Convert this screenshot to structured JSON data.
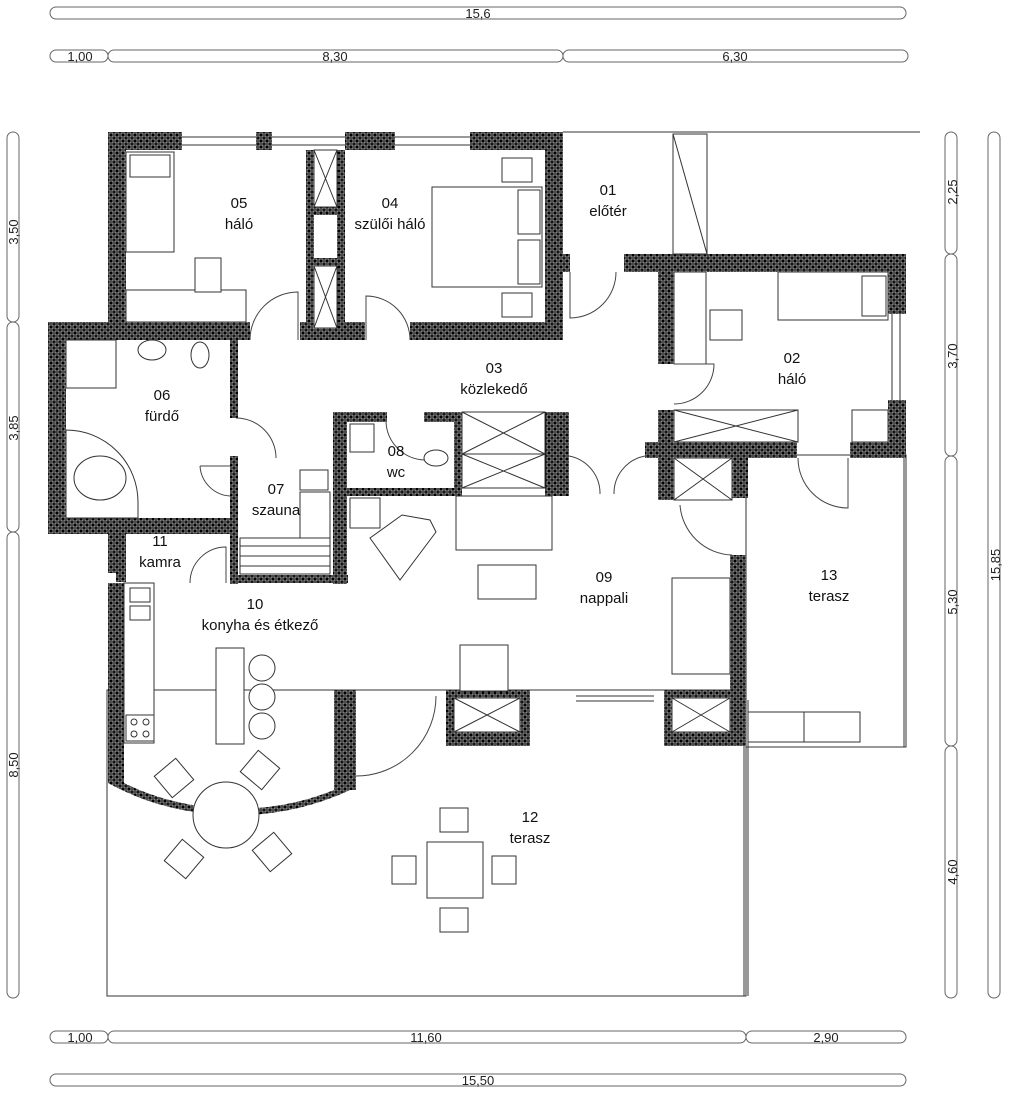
{
  "dimensions": {
    "top_total": "15,6",
    "top_segments": [
      "1,00",
      "8,30",
      "6,30"
    ],
    "bottom_segments": [
      "1,00",
      "11,60",
      "2,90"
    ],
    "bottom_total": "15,50",
    "left_segments": [
      "3,50",
      "3,85",
      "8,50"
    ],
    "right_segments": [
      "2,25",
      "3,70",
      "5,30",
      "4,60"
    ],
    "right_total": "15,85"
  },
  "rooms": [
    {
      "id": "01",
      "name": "előtér"
    },
    {
      "id": "02",
      "name": "háló"
    },
    {
      "id": "03",
      "name": "közlekedő"
    },
    {
      "id": "04",
      "name": "szülői háló"
    },
    {
      "id": "05",
      "name": "háló"
    },
    {
      "id": "06",
      "name": "fürdő"
    },
    {
      "id": "07",
      "name": "szauna"
    },
    {
      "id": "08",
      "name": "wc"
    },
    {
      "id": "09",
      "name": "nappali"
    },
    {
      "id": "10",
      "name": "konyha és étkező"
    },
    {
      "id": "11",
      "name": "kamra"
    },
    {
      "id": "12",
      "name": "terasz"
    },
    {
      "id": "13",
      "name": "terasz"
    }
  ]
}
